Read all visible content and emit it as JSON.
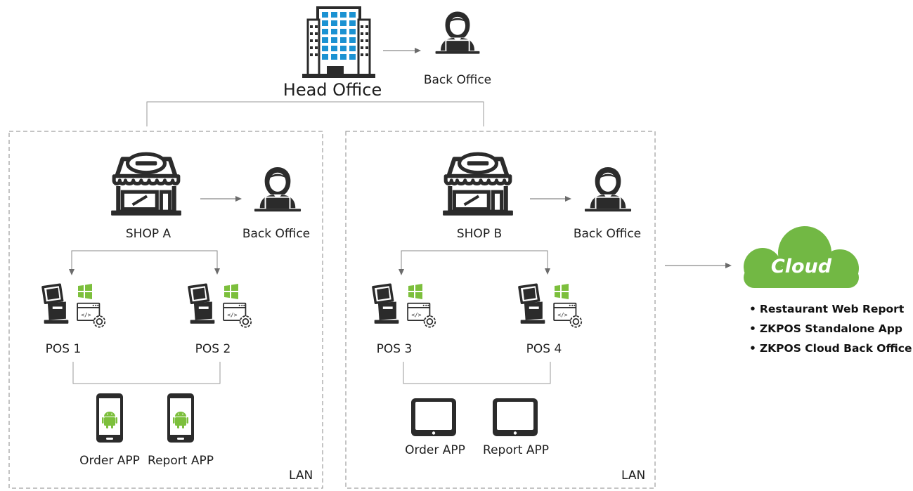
{
  "head_office": {
    "label": "Head Office",
    "back_office_label": "Back Office"
  },
  "zones": [
    {
      "shop_label": "SHOP A",
      "back_office_label": "Back Office",
      "pos": [
        "POS 1",
        "POS 2"
      ],
      "apps": [
        "Order APP",
        "Report APP"
      ],
      "device_type": "android-phone",
      "network_label": "LAN"
    },
    {
      "shop_label": "SHOP B",
      "back_office_label": "Back Office",
      "pos": [
        "POS 3",
        "POS 4"
      ],
      "apps": [
        "Order APP",
        "Report APP"
      ],
      "device_type": "tablet",
      "network_label": "LAN"
    }
  ],
  "cloud": {
    "label": "Cloud",
    "features": [
      "Restaurant Web Report",
      "ZKPOS Standalone App",
      "ZKPOS Cloud Back Office"
    ]
  },
  "colors": {
    "icon": "#2b2b2b",
    "building_blue": "#1b92d2",
    "windows_green": "#7cbf3c",
    "android_green": "#7cbf3c",
    "cloud_green": "#72b844",
    "line": "#9a9a9a"
  },
  "icons": {
    "head_office": "office-building-icon",
    "back_office": "person-laptop-icon",
    "shop": "storefront-icon",
    "pos": "pos-terminal-icon",
    "windows": "windows-logo-icon",
    "software": "software-settings-icon",
    "phone": "android-phone-icon",
    "tablet": "tablet-icon",
    "cloud": "cloud-icon"
  }
}
